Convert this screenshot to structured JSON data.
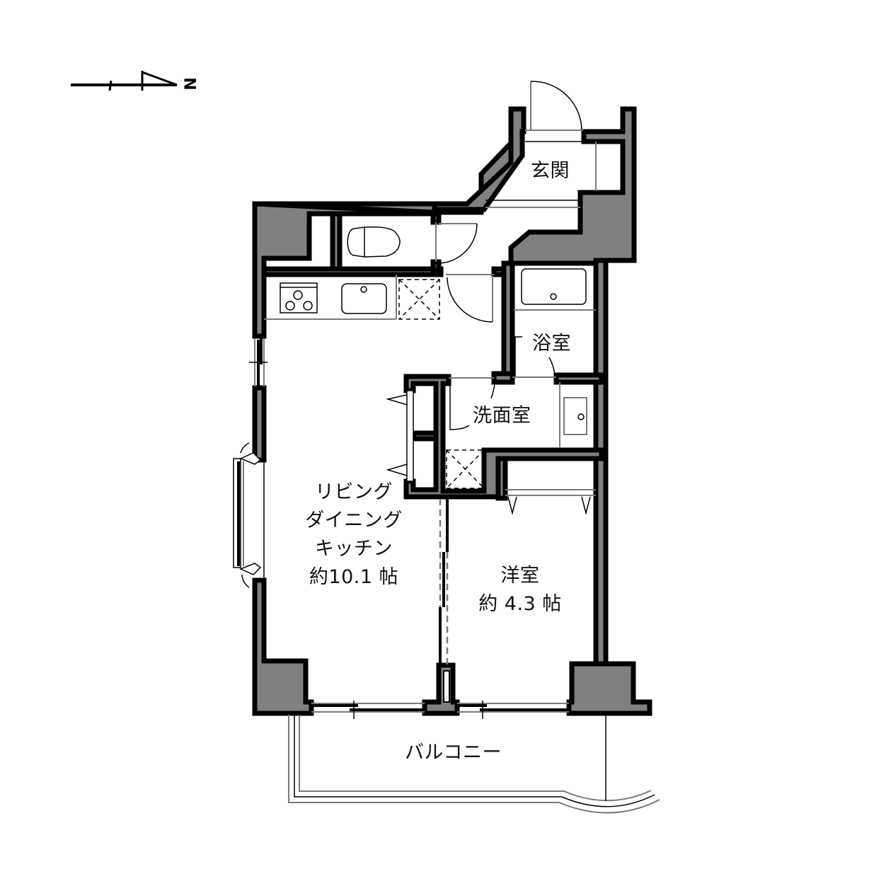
{
  "floorplan": {
    "compass": {
      "label": "N",
      "direction": "right"
    },
    "rooms": {
      "entrance": {
        "name": "玄関"
      },
      "bath": {
        "name": "浴室"
      },
      "washroom": {
        "name": "洗面室"
      },
      "ldk": {
        "line1": "リビング",
        "line2": "ダイニング",
        "line3": "キッチン",
        "area": "約10.1 帖"
      },
      "western_room": {
        "name": "洋室",
        "area": "約 4.3 帖"
      },
      "balcony": {
        "name": "バルコニー"
      }
    },
    "fixtures": [
      "toilet",
      "kitchen-stove",
      "kitchen-sink",
      "refrigerator-space",
      "bathtub",
      "wash-basin",
      "washing-machine-space",
      "closet",
      "storage"
    ],
    "colors": {
      "wall_fill": "#808080",
      "wall_outline": "#000000",
      "background": "#ffffff"
    }
  }
}
